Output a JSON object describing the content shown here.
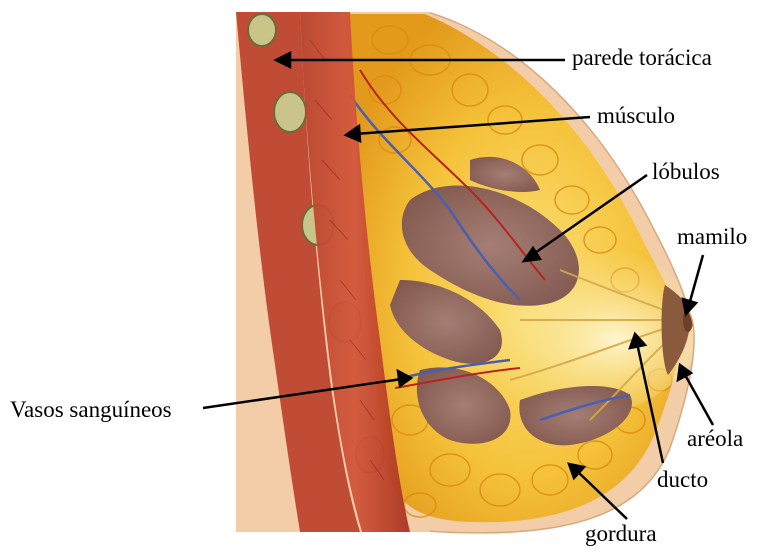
{
  "labels": {
    "chest_wall": "parede torácica",
    "muscle": "músculo",
    "lobules": "lóbulos",
    "nipple": "mamilo",
    "blood_vessels": "Vasos sanguíneos",
    "areola": "aréola",
    "duct": "ducto",
    "fat": "gordura"
  }
}
